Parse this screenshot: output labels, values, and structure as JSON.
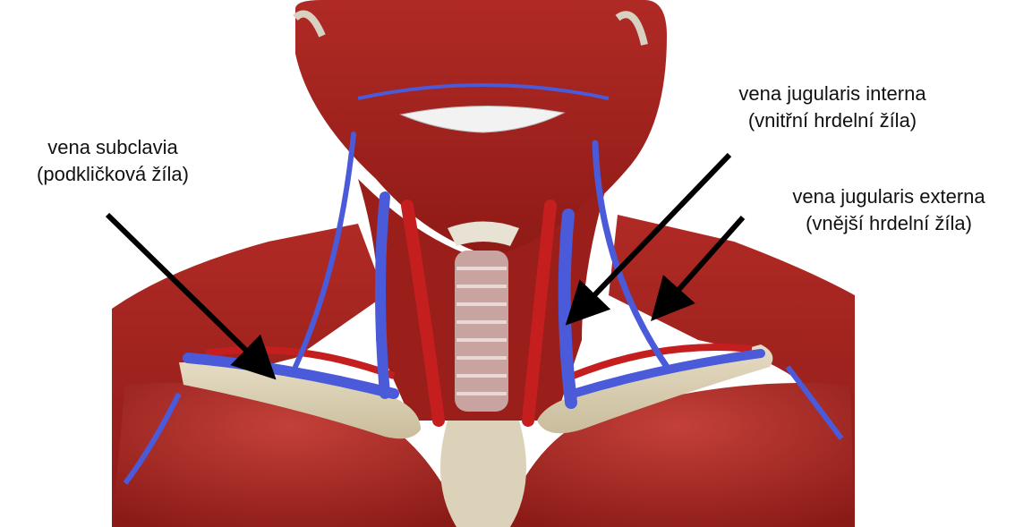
{
  "labels": {
    "subclavia": {
      "latin": "vena subclavia",
      "czech": "(podkličková žíla)"
    },
    "jugularis_interna": {
      "latin": "vena jugularis interna",
      "czech": "(vnitřní hrdelní žíla)"
    },
    "jugularis_externa": {
      "latin": "vena jugularis externa",
      "czech": "(vnější hrdelní žíla)"
    }
  },
  "colors": {
    "muscle": "#a8221f",
    "muscle_dark": "#7a1512",
    "vein": "#4a5ad8",
    "artery": "#c41e1e",
    "bone": "#d6ccb0",
    "arrow": "#000000"
  }
}
